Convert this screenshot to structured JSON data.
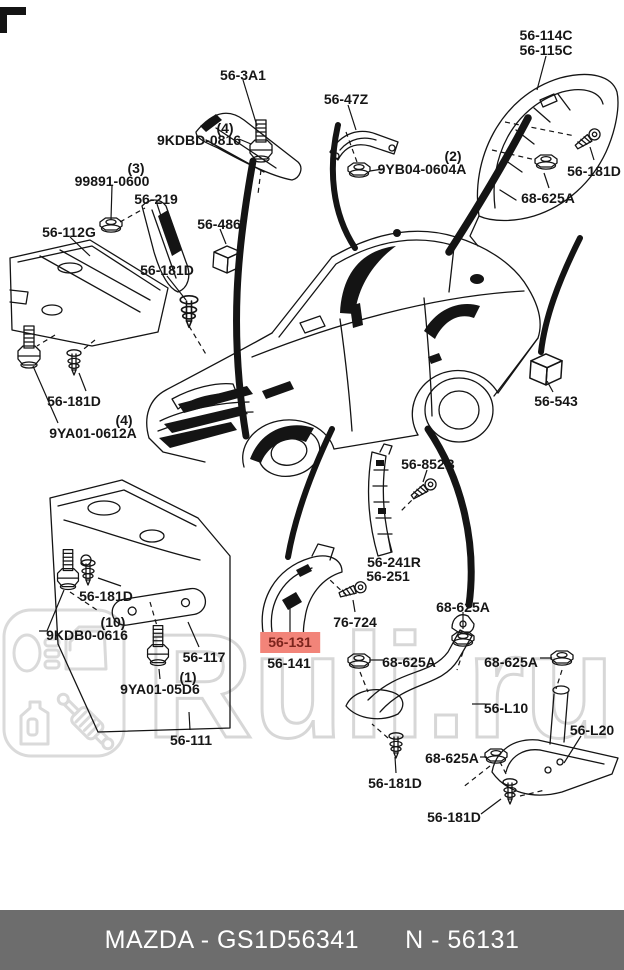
{
  "watermark": {
    "text": "Ruli.ru",
    "logo_icons": [
      "headlight-icon",
      "car-door-icon",
      "oil-bottle-icon",
      "shock-absorber-icon"
    ],
    "color": "#d7d7d7"
  },
  "colors": {
    "highlight_bg": "#f28479",
    "highlight_text": "#7c241c",
    "footer_bg": "#6d6d6d",
    "footer_text": "#ffffff",
    "line_art": "#141414"
  },
  "footer": {
    "left": "MAZDA - GS1D56341",
    "right": "N - 56131"
  },
  "labels": [
    {
      "text": "56-3A1"
    },
    {
      "text": "(4)"
    },
    {
      "text": "9KDBD-0816"
    },
    {
      "text": "56-47Z"
    },
    {
      "text": "(2)"
    },
    {
      "text": "9YB04-0604A"
    },
    {
      "text": "56-114C"
    },
    {
      "text": "56-115C"
    },
    {
      "text": "56-181D"
    },
    {
      "text": "68-625A"
    },
    {
      "text": "(3)"
    },
    {
      "text": "99891-0600"
    },
    {
      "text": "56-219"
    },
    {
      "text": "56-112G"
    },
    {
      "text": "56-486"
    },
    {
      "text": "56-181D"
    },
    {
      "text": "56-181D"
    },
    {
      "text": "(4)"
    },
    {
      "text": "9YA01-0612A"
    },
    {
      "text": "56-543"
    },
    {
      "text": "56-852B"
    },
    {
      "text": "56-241R"
    },
    {
      "text": "56-251"
    },
    {
      "text": "76-724"
    },
    {
      "text": "56-181D"
    },
    {
      "text": "(10)"
    },
    {
      "text": "9KDB0-0616"
    },
    {
      "text": "56-117"
    },
    {
      "text": "(1)"
    },
    {
      "text": "9YA01-05D6"
    },
    {
      "text": "56-111"
    },
    {
      "text": "56-131",
      "highlighted": true
    },
    {
      "text": "56-141"
    },
    {
      "text": "68-625A"
    },
    {
      "text": "68-625A"
    },
    {
      "text": "68-625A"
    },
    {
      "text": "56-L10"
    },
    {
      "text": "56-L20"
    },
    {
      "text": "68-625A"
    },
    {
      "text": "56-181D"
    },
    {
      "text": "56-181D"
    }
  ]
}
